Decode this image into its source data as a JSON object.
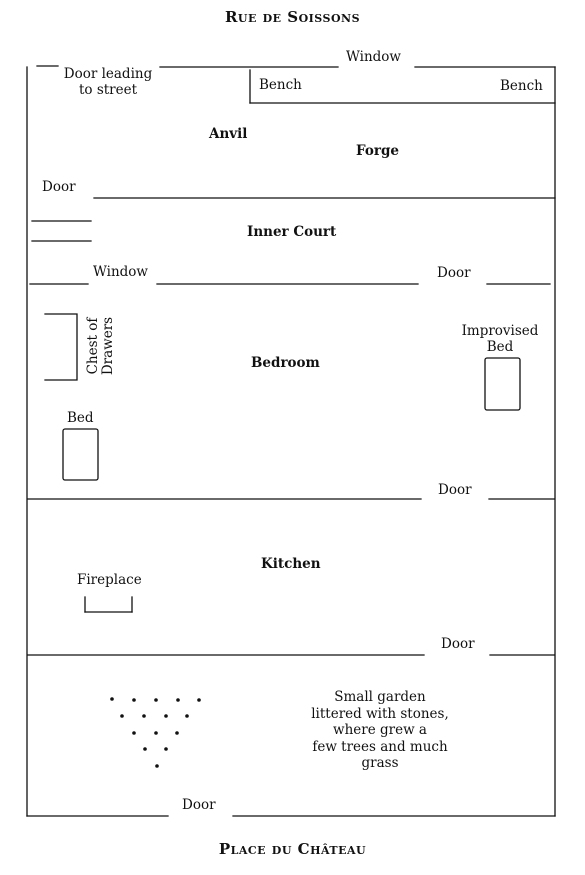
{
  "streets": {
    "top": "Rue de Soissons",
    "bottom": "Place du Château"
  },
  "labels": {
    "window_top": "Window",
    "door_street_1": "Door leading",
    "door_street_2": "to street",
    "bench_left": "Bench",
    "bench_right": "Bench",
    "anvil": "Anvil",
    "forge": "Forge",
    "door_forge": "Door",
    "inner_court": "Inner Court",
    "window_court": "Window",
    "door_court": "Door",
    "chest_1": "Chest of",
    "chest_2": "Drawers",
    "improvised_1": "Improvised",
    "improvised_2": "Bed",
    "bedroom": "Bedroom",
    "bed": "Bed",
    "door_bedroom": "Door",
    "kitchen": "Kitchen",
    "fireplace": "Fireplace",
    "door_kitchen": "Door",
    "garden_1": "Small garden",
    "garden_2": "littered with stones,",
    "garden_3": "where grew a",
    "garden_4": "few trees and much",
    "garden_5": "grass",
    "door_garden": "Door"
  }
}
